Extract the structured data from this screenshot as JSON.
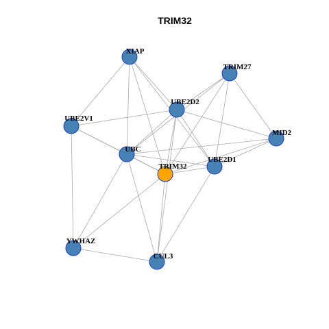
{
  "title": "TRIM32",
  "colors": {
    "node": "#4682b4",
    "focus": "#ffa500",
    "edge": "#a8a8a8",
    "border": "#1f3fbf"
  },
  "nodes": [
    {
      "id": "XIAP",
      "label": "XIAP",
      "focus": false
    },
    {
      "id": "TRIM27",
      "label": "TRIM27",
      "focus": false
    },
    {
      "id": "UBE2D2",
      "label": "UBE2D2",
      "focus": false
    },
    {
      "id": "UBE2V1",
      "label": "UBE2V1",
      "focus": false
    },
    {
      "id": "MID2",
      "label": "MID2",
      "focus": false
    },
    {
      "id": "UBC",
      "label": "UBC",
      "focus": false
    },
    {
      "id": "TRIM32",
      "label": "TRIM32",
      "focus": true
    },
    {
      "id": "UBE2D1",
      "label": "UBE2D1",
      "focus": false
    },
    {
      "id": "YWHAZ",
      "label": "YWHAZ",
      "focus": false
    },
    {
      "id": "CUL3",
      "label": "CUL3",
      "focus": false
    }
  ],
  "edges": [
    [
      "XIAP",
      "UBE2V1"
    ],
    [
      "XIAP",
      "UBC"
    ],
    [
      "XIAP",
      "TRIM32"
    ],
    [
      "XIAP",
      "UBE2D2"
    ],
    [
      "XIAP",
      "UBE2D1"
    ],
    [
      "TRIM27",
      "UBE2D2"
    ],
    [
      "TRIM27",
      "UBC"
    ],
    [
      "TRIM27",
      "TRIM32"
    ],
    [
      "TRIM27",
      "UBE2D1"
    ],
    [
      "TRIM27",
      "MID2"
    ],
    [
      "UBE2D2",
      "UBE2V1"
    ],
    [
      "UBE2D2",
      "UBC"
    ],
    [
      "UBE2D2",
      "TRIM32"
    ],
    [
      "UBE2D2",
      "UBE2D1"
    ],
    [
      "UBE2D2",
      "MID2"
    ],
    [
      "UBE2D2",
      "CUL3"
    ],
    [
      "UBE2V1",
      "UBC"
    ],
    [
      "UBE2V1",
      "YWHAZ"
    ],
    [
      "UBE2V1",
      "TRIM32"
    ],
    [
      "MID2",
      "UBE2D1"
    ],
    [
      "MID2",
      "UBC"
    ],
    [
      "MID2",
      "TRIM32"
    ],
    [
      "UBC",
      "TRIM32"
    ],
    [
      "UBC",
      "UBE2D1"
    ],
    [
      "UBC",
      "YWHAZ"
    ],
    [
      "UBC",
      "CUL3"
    ],
    [
      "TRIM32",
      "UBE2D1"
    ],
    [
      "TRIM32",
      "YWHAZ"
    ],
    [
      "TRIM32",
      "CUL3"
    ],
    [
      "UBE2D1",
      "CUL3"
    ],
    [
      "YWHAZ",
      "CUL3"
    ]
  ]
}
